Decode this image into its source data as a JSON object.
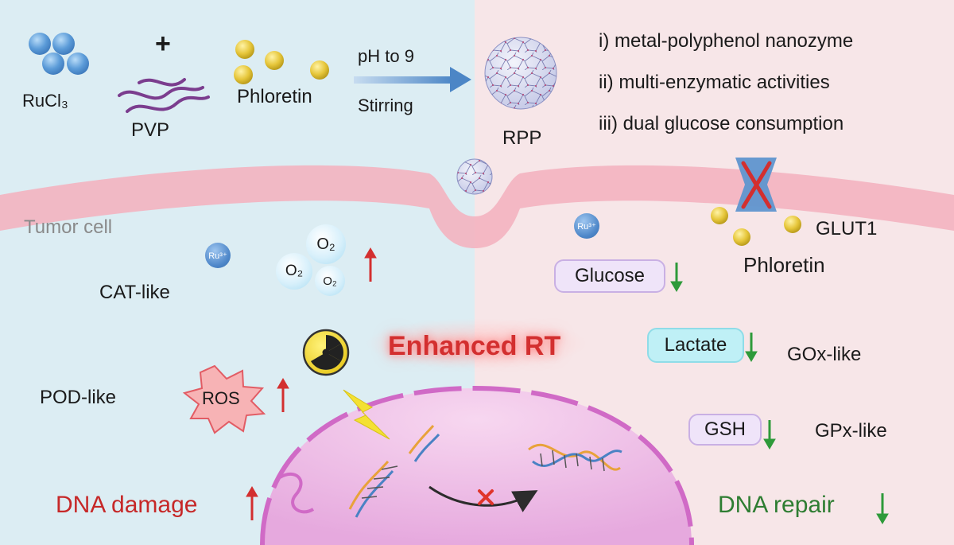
{
  "synthesis": {
    "reagent_ru": "RuCl₃",
    "plus_sign": "+",
    "reagent_pvp": "PVP",
    "reagent_phloretin": "Phloretin",
    "condition_ph": "pH to 9",
    "condition_stirring": "Stirring",
    "product": "RPP"
  },
  "features": [
    "i) metal-polyphenol nanozyme",
    "ii) multi-enzymatic activities",
    "iii) dual glucose consumption"
  ],
  "cell": {
    "tumor_cell_label": "Tumor cell",
    "ru_ion": "Ru³⁺",
    "o2": "O₂",
    "cat_like": "CAT-like",
    "pod_like": "POD-like",
    "ros": "ROS",
    "enhanced_rt": "Enhanced RT",
    "dna_damage": "DNA damage",
    "glut1": "GLUT1",
    "phloretin": "Phloretin",
    "glucose": "Glucose",
    "lactate": "Lactate",
    "gox_like": "GOx-like",
    "gsh": "GSH",
    "gpx_like": "GPx-like",
    "dna_repair": "DNA repair"
  },
  "colors": {
    "left_bg": "#dcedf3",
    "right_bg": "#f7e6e8",
    "membrane": "#f1a9b7",
    "nucleus": "#e7a6dd",
    "up_arrow": "#d32f2f",
    "down_arrow": "#2e9a3a"
  }
}
